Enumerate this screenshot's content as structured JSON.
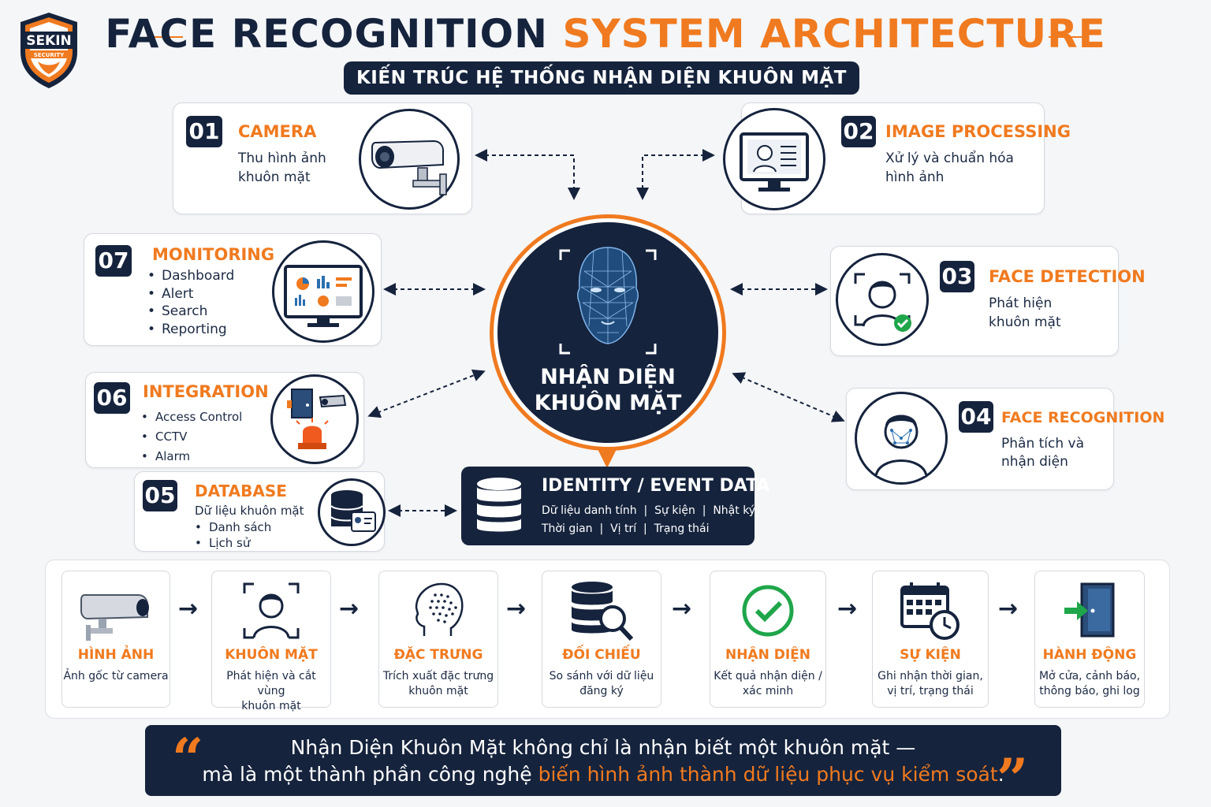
{
  "brand": {
    "logo_text": "SEKIN",
    "logo_sub": "SECURITY"
  },
  "header": {
    "title_part1": "FACE RECOGNITION",
    "title_part2": "SYSTEM ARCHITECTURE",
    "subtitle": "KIẾN TRÚC HỆ THỐNG NHẬN DIỆN KHUÔN MẶT"
  },
  "center": {
    "line1": "NHẬN DIỆN",
    "line2": "KHUÔN MẶT"
  },
  "modules": {
    "camera": {
      "num": "01",
      "title": "CAMERA",
      "desc1": "Thu hình ảnh",
      "desc2": "khuôn mặt",
      "icon": "security-camera-icon"
    },
    "processing": {
      "num": "02",
      "title": "IMAGE PROCESSING",
      "desc1": "Xử lý và chuẩn hóa",
      "desc2": "hình ảnh",
      "icon": "monitor-face-icon"
    },
    "detection": {
      "num": "03",
      "title": "FACE DETECTION",
      "desc1": "Phát hiện",
      "desc2": "khuôn mặt",
      "icon": "face-check-icon"
    },
    "recognition": {
      "num": "04",
      "title": "FACE RECOGNITION",
      "desc1": "Phân tích và",
      "desc2": "nhận diện",
      "icon": "face-mesh-icon"
    },
    "database": {
      "num": "05",
      "title": "DATABASE",
      "desc1": "Dữ liệu khuôn mặt",
      "items": [
        "Danh sách",
        "Lịch sử"
      ],
      "icon": "database-id-icon"
    },
    "integration": {
      "num": "06",
      "title": "INTEGRATION",
      "items": [
        "Access Control",
        "CCTV",
        "Alarm"
      ],
      "icon": "door-camera-alarm-icon"
    },
    "monitoring": {
      "num": "07",
      "title": "MONITORING",
      "items": [
        "Dashboard",
        "Alert",
        "Search",
        "Reporting"
      ],
      "icon": "dashboard-monitor-icon"
    }
  },
  "identity": {
    "title": "IDENTITY / EVENT DATA",
    "line1": "Dữ liệu danh tính  |  Sự kiện  |  Nhật ký",
    "line2": "Thời gian  |  Vị trí  |  Trạng thái"
  },
  "pipeline": [
    {
      "title": "HÌNH ẢNH",
      "desc1": "Ảnh gốc từ camera",
      "desc2": "",
      "icon": "camera-icon"
    },
    {
      "title": "KHUÔN MẶT",
      "desc1": "Phát hiện và cắt vùng",
      "desc2": "khuôn mặt",
      "icon": "face-frame-icon"
    },
    {
      "title": "ĐẶC TRƯNG",
      "desc1": "Trích xuất đặc trưng",
      "desc2": "khuôn mặt",
      "icon": "head-dots-icon"
    },
    {
      "title": "ĐỐI CHIẾU",
      "desc1": "So sánh với dữ liệu",
      "desc2": "đăng ký",
      "icon": "database-search-icon"
    },
    {
      "title": "NHẬN DIỆN",
      "desc1": "Kết quả nhận diện /",
      "desc2": "xác minh",
      "icon": "check-circle-icon"
    },
    {
      "title": "SỰ KIỆN",
      "desc1": "Ghi nhận thời gian,",
      "desc2": "vị trí, trạng thái",
      "icon": "calendar-clock-icon"
    },
    {
      "title": "HÀNH ĐỘNG",
      "desc1": "Mở cửa, cảnh báo,",
      "desc2": "thông báo, ghi log",
      "icon": "door-enter-icon"
    }
  ],
  "quote": {
    "line1": "Nhận Diện Khuôn Mặt không chỉ là nhận biết một khuôn mặt —",
    "line2_a": "mà là một thành phần công nghệ ",
    "line2_highlight": "biến hình ảnh thành dữ liệu phục vụ kiểm soát",
    "line2_b": "."
  },
  "colors": {
    "navy": "#15233d",
    "orange": "#f07a1f",
    "green": "#1fa64a"
  }
}
